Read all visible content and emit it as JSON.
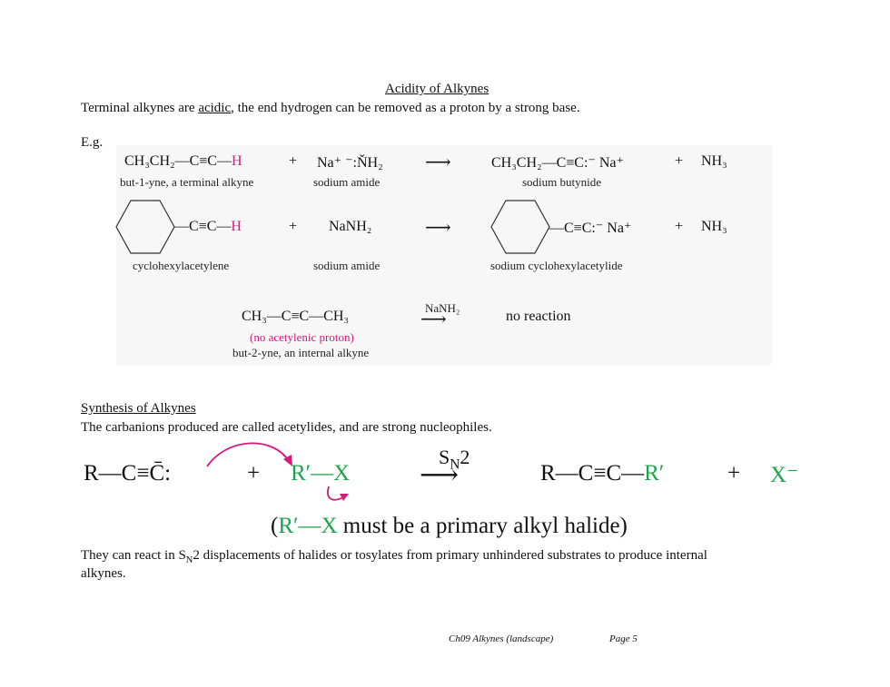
{
  "heading1": "Acidity of Alkynes",
  "intro_pre": "Terminal alkynes are ",
  "intro_acidic": "acidic",
  "intro_post": ", the end hydrogen can be removed as a proton by a strong base.",
  "eg": "E.g.",
  "r1": {
    "reactant": "CH₃CH₂—C≡C—",
    "reactant_h": "H",
    "plus1": "+",
    "base": "Na⁺ ⁻:ŇH₂",
    "arrow": "⟶",
    "product": "CH₃CH₂—C≡C:⁻  Na⁺",
    "plus2": "+",
    "byproduct": "NH₃",
    "reactant_label": "but-1-yne, a terminal alkyne",
    "base_label": "sodium amide",
    "product_label": "sodium butynide"
  },
  "r2": {
    "reactant": "—C≡C—",
    "reactant_h": "H",
    "plus1": "+",
    "base": "NaNH₂",
    "arrow": "⟶",
    "product": "—C≡C:⁻  Na⁺",
    "plus2": "+",
    "byproduct": "NH₃",
    "reactant_label": "cyclohexylacetylene",
    "base_label": "sodium amide",
    "product_label": "sodium cyclohexylacetylide"
  },
  "r3": {
    "reactant": "CH₃—C≡C—CH₃",
    "reagent": "NaNH₂",
    "result": "no reaction",
    "note": "(no acetylenic proton)",
    "label": "but-2-yne, an internal alkyne"
  },
  "heading2": "Synthesis of Alkynes",
  "synth_intro": "The carbanions produced are called acetylides, and are strong nucleophiles.",
  "mech": {
    "nucleophile": "R—C≡C̄:",
    "plus1": "+",
    "alkyl": "R′",
    "bond": "—",
    "leaving": "X",
    "arrow_label_s": "S",
    "arrow_label_n": "N",
    "arrow_label_2": "2",
    "product_core": "R—C≡C—",
    "product_r": "R′",
    "plus2": "+",
    "halide": "X⁻",
    "cond_open": "(",
    "cond_r": "R′—X",
    "cond_rest": " must be a primary alkyl halide)"
  },
  "para_pre": "They can react in S",
  "para_sub": "N",
  "para_post": "2 displacements of halides or tosylates from primary unhindered substrates to produce internal",
  "para_line2": "alkynes.",
  "footer_left": "Ch09 Alkynes (landscape)",
  "footer_right": "Page 5",
  "colors": {
    "highlight": "#d6197a",
    "green": "#1aa64a"
  }
}
